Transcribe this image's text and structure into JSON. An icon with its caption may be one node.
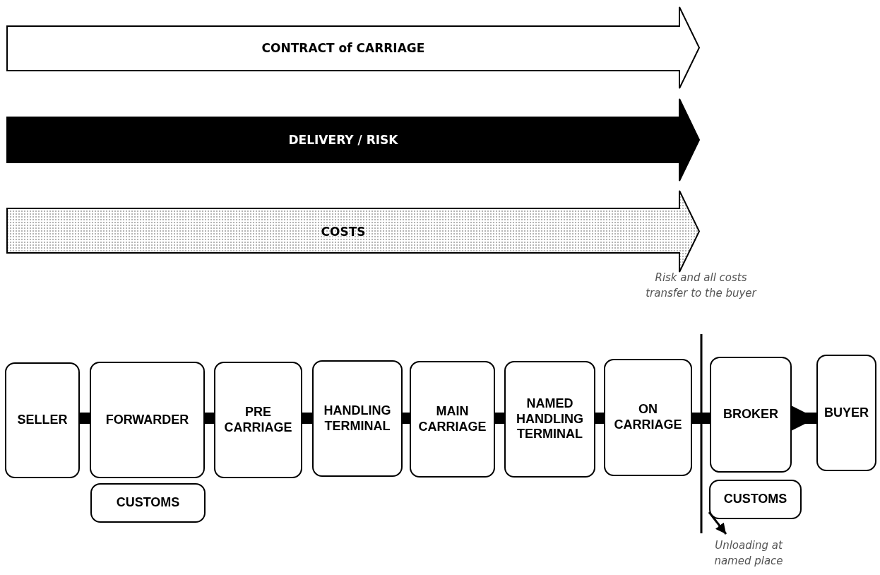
{
  "diagram": {
    "nodes": [
      {
        "text": [
          "CONTRACT of CARRIAGE"
        ]
      },
      {
        "text": [
          "DELIVERY / RISK"
        ]
      },
      {
        "text": [
          "COSTS"
        ]
      },
      {
        "text": [
          "SELLER"
        ]
      },
      {
        "text": [
          "FORWARDER"
        ]
      },
      {
        "text": [
          "CUSTOMS"
        ]
      },
      {
        "text": [
          "PRE CARRIAGE"
        ]
      },
      {
        "text": [
          "HANDLING TERMINAL"
        ]
      },
      {
        "text": [
          "MAIN CARRIAGE"
        ]
      },
      {
        "text": [
          "NAMED HANDLING TERMINAL"
        ]
      },
      {
        "text": [
          "ON CARRIAGE"
        ]
      },
      {
        "text": [
          "BROKER"
        ]
      },
      {
        "text": [
          "CUSTOMS"
        ]
      },
      {
        "text": [
          "BUYER"
        ]
      },
      {
        "text": [
          "Unloading at named place"
        ]
      }
    ],
    "edges": [
      {
        "from": 3,
        "to": 4,
        "arrow": "none"
      },
      {
        "from": 4,
        "to": 6,
        "arrow": "none"
      },
      {
        "from": 6,
        "to": 7,
        "arrow": "none"
      },
      {
        "from": 7,
        "to": 8,
        "arrow": "none"
      },
      {
        "from": 8,
        "to": 9,
        "arrow": "none"
      },
      {
        "from": 9,
        "to": 10,
        "arrow": "none"
      },
      {
        "from": 10,
        "to": 11,
        "arrow": "none"
      },
      {
        "from": 11,
        "to": 13,
        "arrow": "to"
      },
      {
        "from": 12,
        "to": 14,
        "arrow": "to"
      }
    ],
    "labels": [
      "Risk and all costs transfer to the buyer"
    ]
  }
}
